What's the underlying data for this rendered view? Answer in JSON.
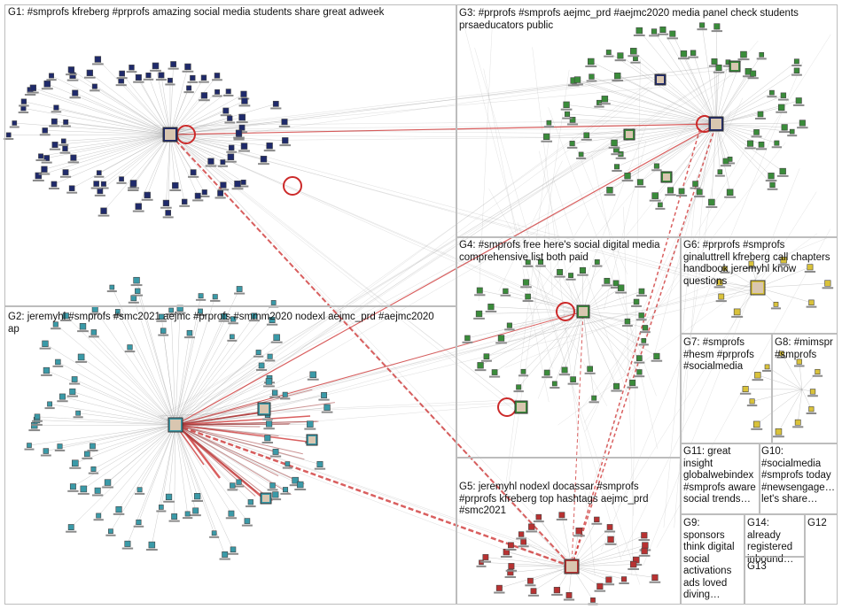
{
  "colors": {
    "edge_gray": "#9e9e9e",
    "edge_red": "#cc2a2a",
    "edge_dark_red": "#a33b3b",
    "box_border": "#bdbdbd",
    "node_navy": "#1f2a6b",
    "node_green": "#3a8c3a",
    "node_teal": "#3a9aa8",
    "node_yellow": "#d9c23a",
    "node_red": "#b83232"
  },
  "groups": [
    {
      "id": "G1",
      "label": "G1: #smprofs kfreberg #prprofs amazing social media students share great adweek"
    },
    {
      "id": "G2",
      "label": "G2: jeremyhl #smprofs #smc2021 aejmc #prprofs #smmm2020 nodexl aejmc_prd #aejmc2020\nap"
    },
    {
      "id": "G3",
      "label": "G3: #prprofs #smprofs aejmc_prd #aejmc2020 media panel check students\nprsaeducators public"
    },
    {
      "id": "G4",
      "label": "G4: #smprofs free here's social digital media\ncomprehensive list both paid"
    },
    {
      "id": "G5",
      "label": "G5: jeremyhl nodexl docassar #smprofs\n#prprofs kfreberg top hashtags aejmc_prd\n#smc2021"
    },
    {
      "id": "G6",
      "label": "G6: #prprofs #smprofs\nginaluttrell kfreberg call chapters\nhandbook jeremyhl know\nquestions"
    },
    {
      "id": "G7",
      "label": "G7: #smprofs\n#hesm #prprofs\n#socialmedia"
    },
    {
      "id": "G8",
      "label": "G8: #mimspr\n#smprofs"
    },
    {
      "id": "G9",
      "label": "G9:\nsponsors\nthink digital\nsocial\nactivations\nads loved\ndiving…"
    },
    {
      "id": "G10",
      "label": "G10:\n#socialmedia\n#smprofs today\n#newsengage…\nlet's share…"
    },
    {
      "id": "G11",
      "label": "G11: great\ninsight\nglobalwebindex\n#smprofs aware\nsocial trends…"
    },
    {
      "id": "G12",
      "label": "G12"
    },
    {
      "id": "G13",
      "label": "G13"
    },
    {
      "id": "G14",
      "label": "G14: already\nregistered\ninbound…"
    }
  ]
}
